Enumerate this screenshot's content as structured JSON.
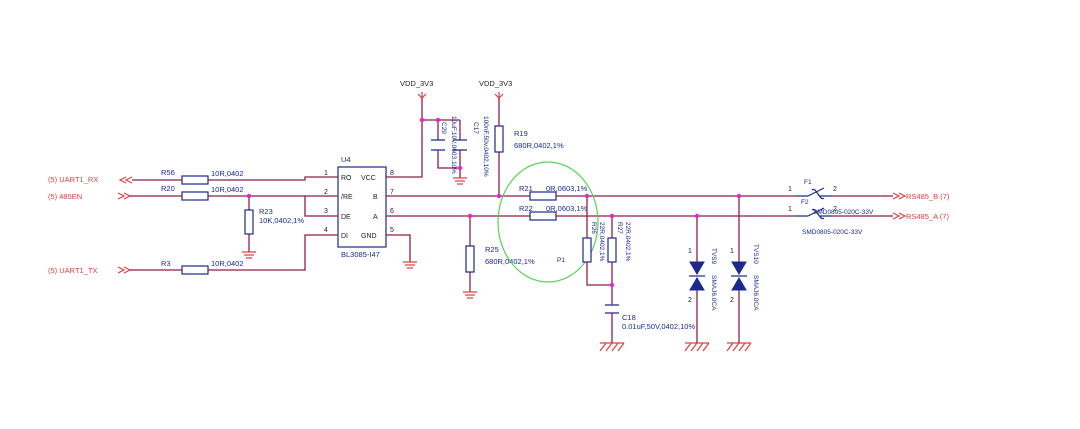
{
  "colors": {
    "wire": "#8e1f4a",
    "net": "#e04040",
    "component": "#1a2a8e",
    "junction": "#e028c8",
    "highlight": "#55d455"
  },
  "ports": {
    "rx": "(5)   UART1_RX",
    "en": "(5)   485EN",
    "tx": "(5)   UART1_TX",
    "rsb": "RS485_B   (7)",
    "rsa": "RS485_A   (7)"
  },
  "power": {
    "vdd1": "VDD_3V3",
    "vdd2": "VDD_3V3"
  },
  "ic": {
    "ref": "U4",
    "part": "BL3085-I47",
    "left_pins": [
      {
        "num": "1",
        "name": "RO"
      },
      {
        "num": "2",
        "name": "/RE"
      },
      {
        "num": "3",
        "name": "DE"
      },
      {
        "num": "4",
        "name": "DI"
      }
    ],
    "right_pins": [
      {
        "num": "8",
        "name": "VCC"
      },
      {
        "num": "7",
        "name": "B"
      },
      {
        "num": "6",
        "name": "A"
      },
      {
        "num": "5",
        "name": "GND"
      }
    ]
  },
  "components": {
    "r56": {
      "ref": "R56",
      "val": "10R,0402"
    },
    "r20": {
      "ref": "R20",
      "val": "10R,0402"
    },
    "r3": {
      "ref": "R3",
      "val": "10R,0402"
    },
    "r23": {
      "ref": "R23",
      "val": "10K,0402,1%"
    },
    "r19": {
      "ref": "R19",
      "val": "680R,0402,1%"
    },
    "r25": {
      "ref": "R25",
      "val": "680R,0402,1%"
    },
    "r21": {
      "ref": "R21",
      "val": "0R,0603,1%"
    },
    "r22": {
      "ref": "R22",
      "val": "0R,0603,1%"
    },
    "r26": {
      "ref": "R26",
      "val": "22R,0402,1%"
    },
    "r27": {
      "ref": "R27",
      "val": "22R,0402,1%"
    },
    "c29": {
      "ref": "C29",
      "val": "10uF,10V,0603,10%"
    },
    "c17": {
      "ref": "C17",
      "val": "100nF,50v,0402,10%"
    },
    "c18": {
      "ref": "C18",
      "val": "0.01uF,50V,0402,10%"
    },
    "tvs9": {
      "ref": "TVS9",
      "val": "SMAJ6.0CA"
    },
    "tvs10": {
      "ref": "TVS10",
      "val": "SMAJ6.0CA"
    },
    "f1": {
      "ref": "F1",
      "val": "SMD0805-020C-33V"
    },
    "f2": {
      "ref": "F2",
      "val": "SMD0805-020C-33V"
    },
    "p1": {
      "ref": "P1"
    }
  },
  "pin_numbers": {
    "one": "1",
    "two": "2"
  }
}
